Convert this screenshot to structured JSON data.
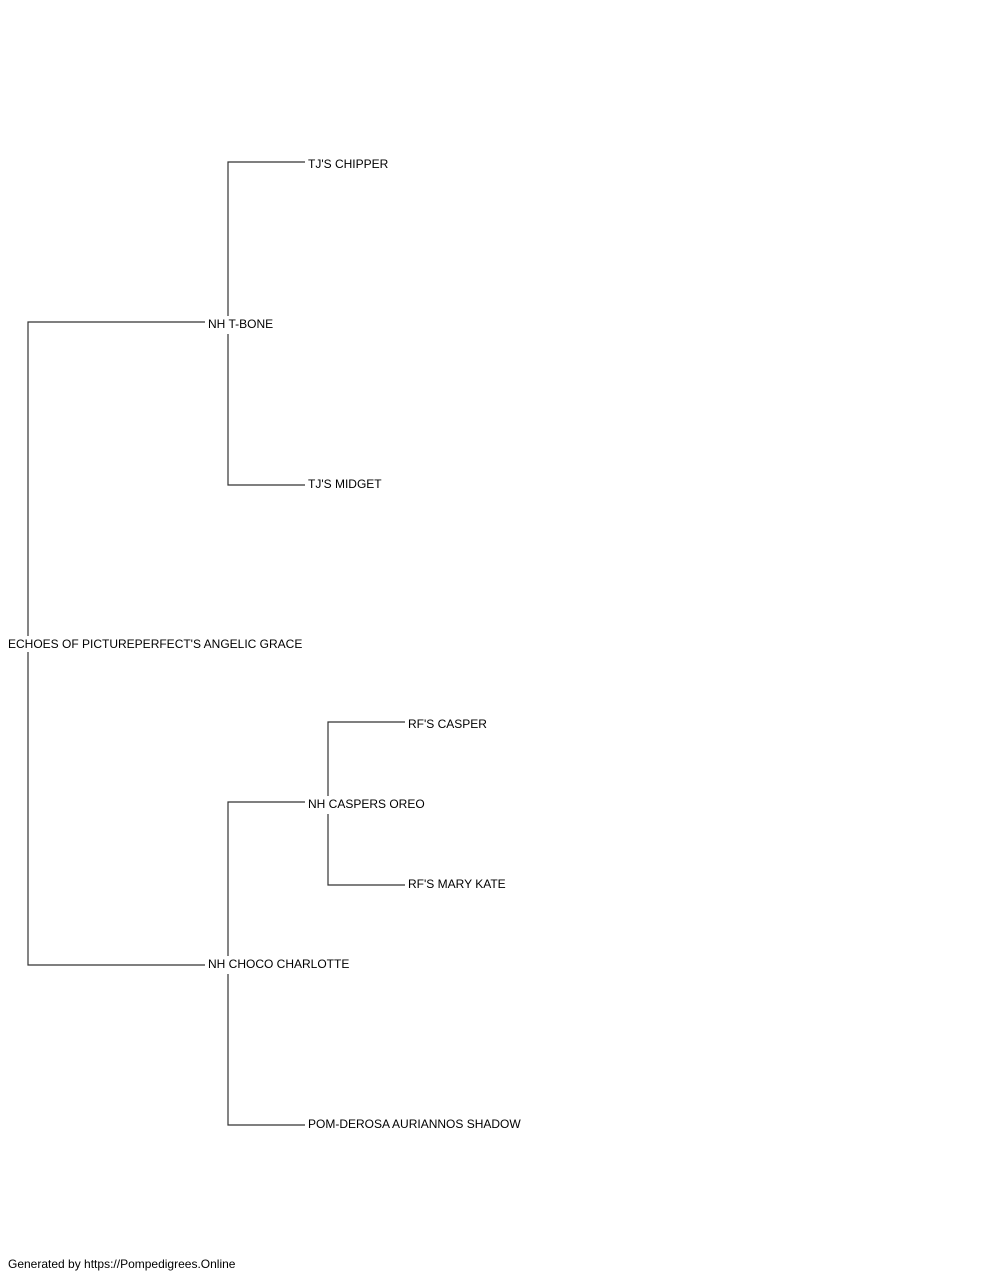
{
  "colors": {
    "line": "#333333",
    "text": "#000000",
    "background": "#ffffff"
  },
  "pedigree": {
    "subject": "ECHOES OF PICTUREPERFECT'S ANGELIC GRACE",
    "sire": "NH T-BONE",
    "dam": "NH CHOCO CHARLOTTE",
    "sire_sire": "TJ'S CHIPPER",
    "sire_dam": "TJ'S MIDGET",
    "dam_sire": "NH CASPERS OREO",
    "dam_dam": "POM-DEROSA AURIANNOS SHADOW",
    "dam_sire_sire": "RF'S CASPER",
    "dam_sire_dam": "RF'S MARY KATE"
  },
  "footer": {
    "text": "Generated by https://Pompedigrees.Online"
  }
}
